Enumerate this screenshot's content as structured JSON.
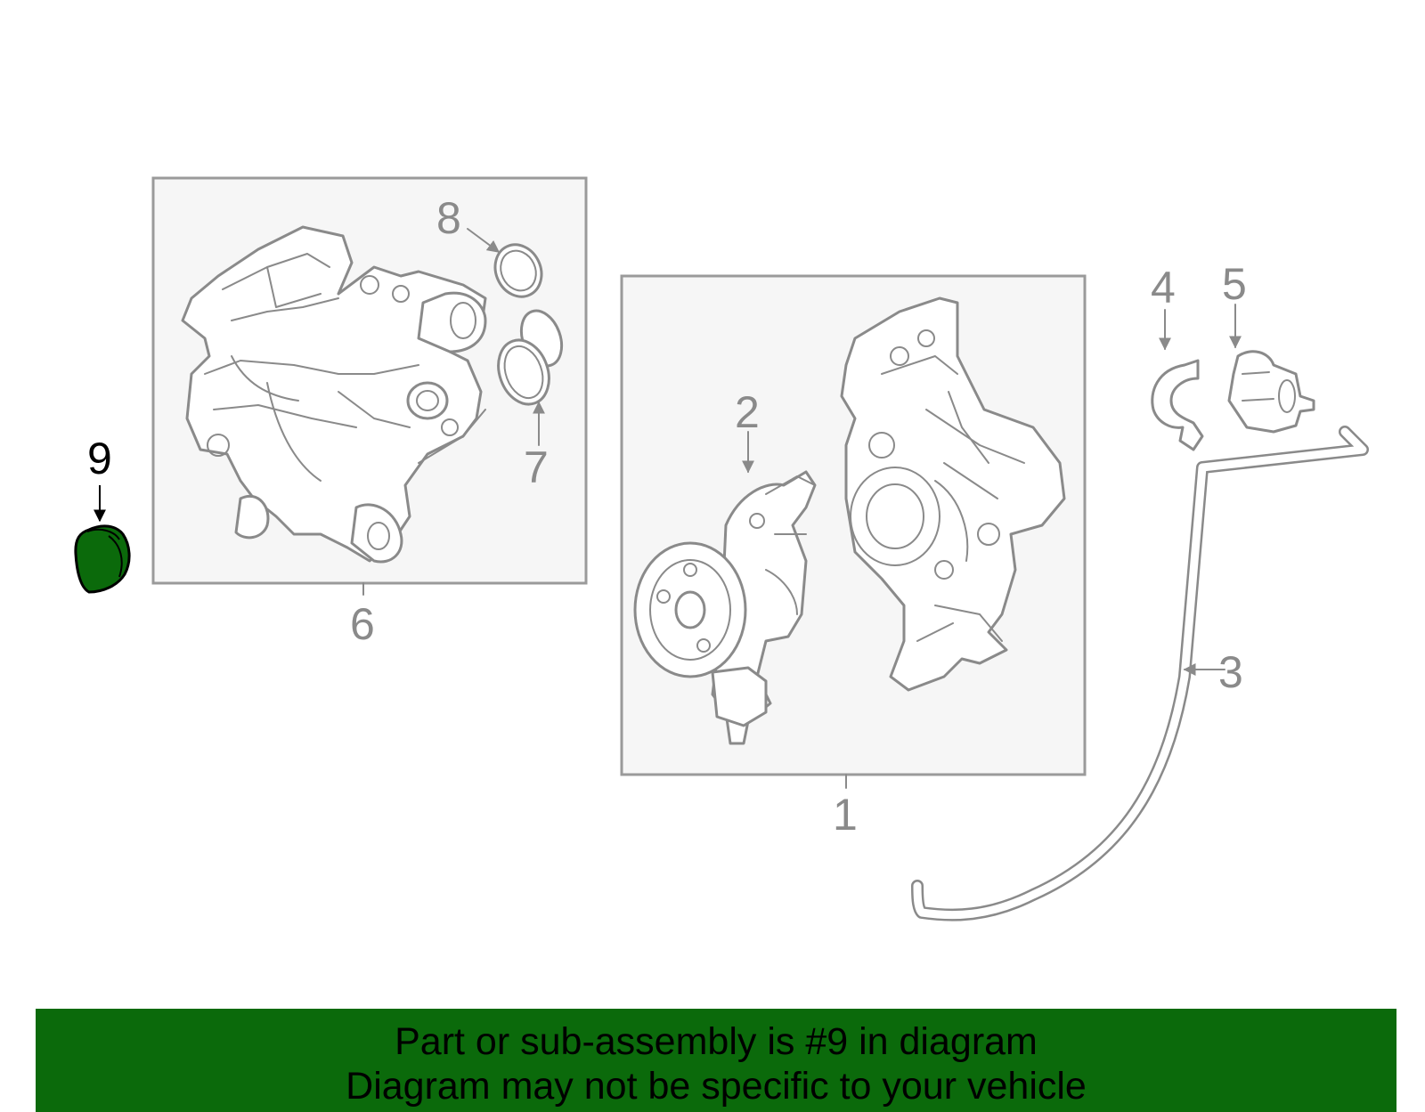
{
  "diagram": {
    "highlighted_part": "9",
    "highlight_color": "#0b6a0b",
    "callouts": {
      "c1": "1",
      "c2": "2",
      "c3": "3",
      "c4": "4",
      "c5": "5",
      "c6": "6",
      "c7": "7",
      "c8": "8",
      "c9": "9"
    }
  },
  "banner": {
    "line1": "Part or sub-assembly is #9 in diagram",
    "line2": "Diagram may not be specific to your vehicle",
    "background": "#0b6a0b"
  }
}
